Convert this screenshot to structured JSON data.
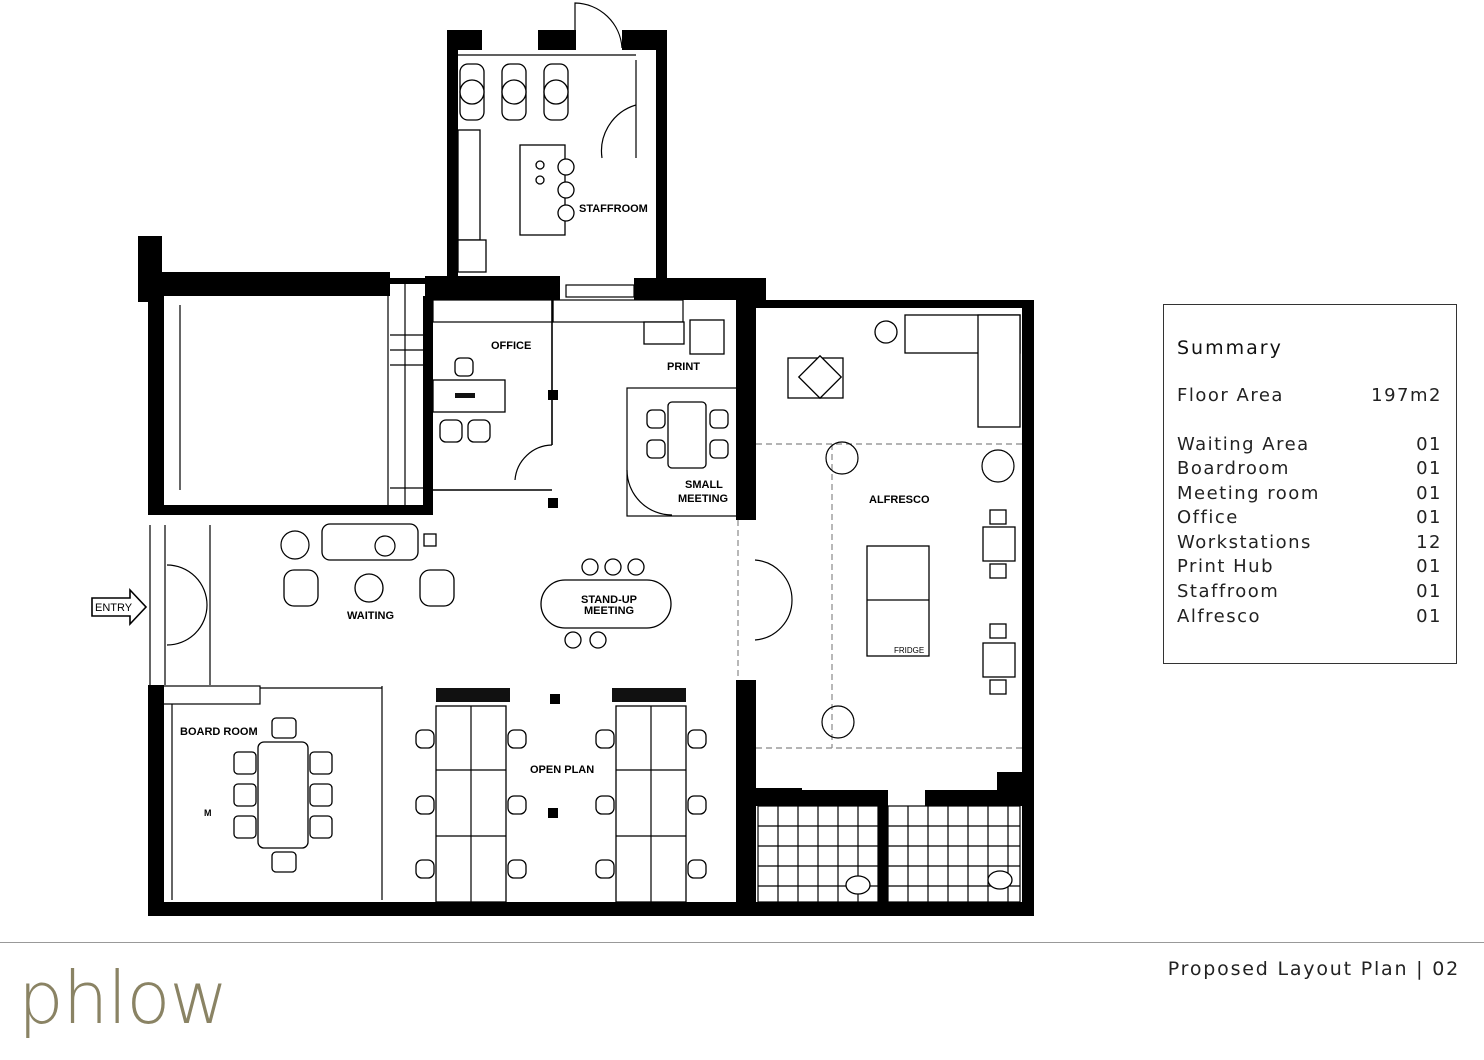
{
  "plan": {
    "rooms": {
      "staffroom": "STAFFROOM",
      "office": "OFFICE",
      "print": "PRINT",
      "small_meeting_1": "SMALL",
      "small_meeting_2": "MEETING",
      "alfresco": "ALFRESCO",
      "waiting": "WAITING",
      "standup_1": "STAND-UP",
      "standup_2": "MEETING",
      "board_room": "BOARD ROOM",
      "open_plan": "OPEN PLAN",
      "fridge": "FRIDGE",
      "m_mark": "M"
    },
    "entry": "ENTRY"
  },
  "summary": {
    "title": "Summary",
    "floor_area": {
      "label": "Floor Area",
      "value": "197m2"
    },
    "items": [
      {
        "label": "Waiting Area",
        "value": "01"
      },
      {
        "label": "Boardroom",
        "value": "01"
      },
      {
        "label": "Meeting room",
        "value": "01"
      },
      {
        "label": "Office",
        "value": "01"
      },
      {
        "label": "Workstations",
        "value": "12"
      },
      {
        "label": "Print Hub",
        "value": "01"
      },
      {
        "label": "Staffroom",
        "value": "01"
      },
      {
        "label": "Alfresco",
        "value": "01"
      }
    ]
  },
  "footer": {
    "title": "Proposed Layout Plan",
    "separator": "|",
    "page": "02",
    "logo": "phlow"
  },
  "colors": {
    "logo": "#8a8364",
    "walls": "#000000"
  }
}
